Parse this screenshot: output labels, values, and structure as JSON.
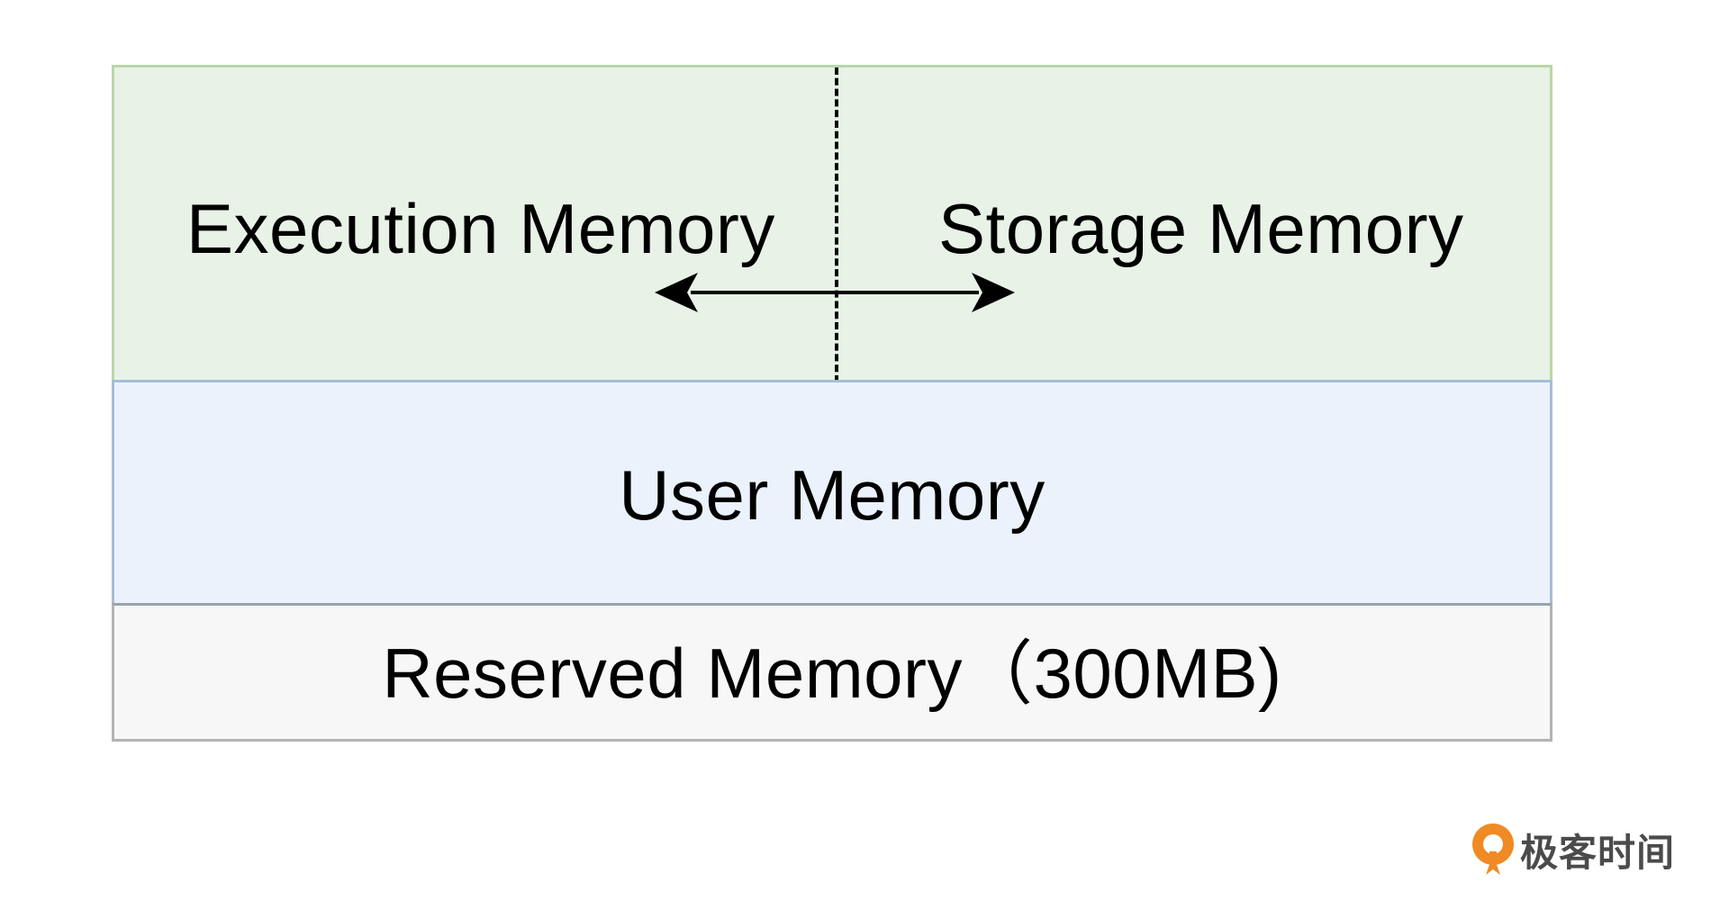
{
  "diagram": {
    "unified_region": {
      "execution_label": "Execution Memory",
      "storage_label": "Storage Memory"
    },
    "user_region": {
      "label": "User Memory"
    },
    "reserved_region": {
      "label": "Reserved Memory（300MB)"
    }
  },
  "watermark": {
    "text": "极客时间"
  },
  "colors": {
    "unified_fill": "#e8f2e7",
    "unified_border": "#b7d7a8",
    "user_fill": "#ebf2fb",
    "user_border": "#a6bed6",
    "reserved_fill": "#f7f7f7",
    "reserved_border": "#b3b3b3",
    "logo_accent": "#f08a24"
  }
}
